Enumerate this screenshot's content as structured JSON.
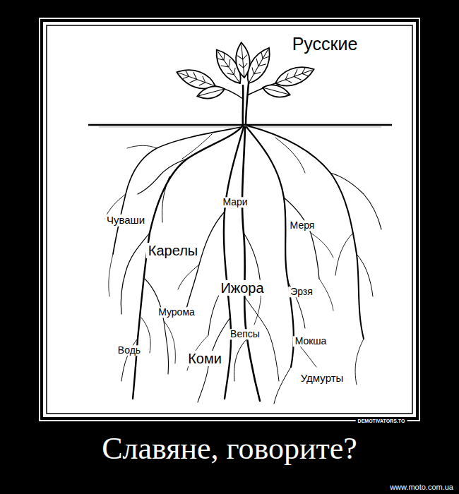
{
  "diagram": {
    "caption": "Славяне, говорите?",
    "labels": [
      "Русские",
      "Мари",
      "Чуваши",
      "Меря",
      "Карелы",
      "Ижора",
      "Эрзя",
      "Мурома",
      "Вепсы",
      "Мокша",
      "Водь",
      "Коми",
      "Удмурты",
      "DEMOTIVATORS.TO",
      "www.moto.com.ua"
    ]
  }
}
